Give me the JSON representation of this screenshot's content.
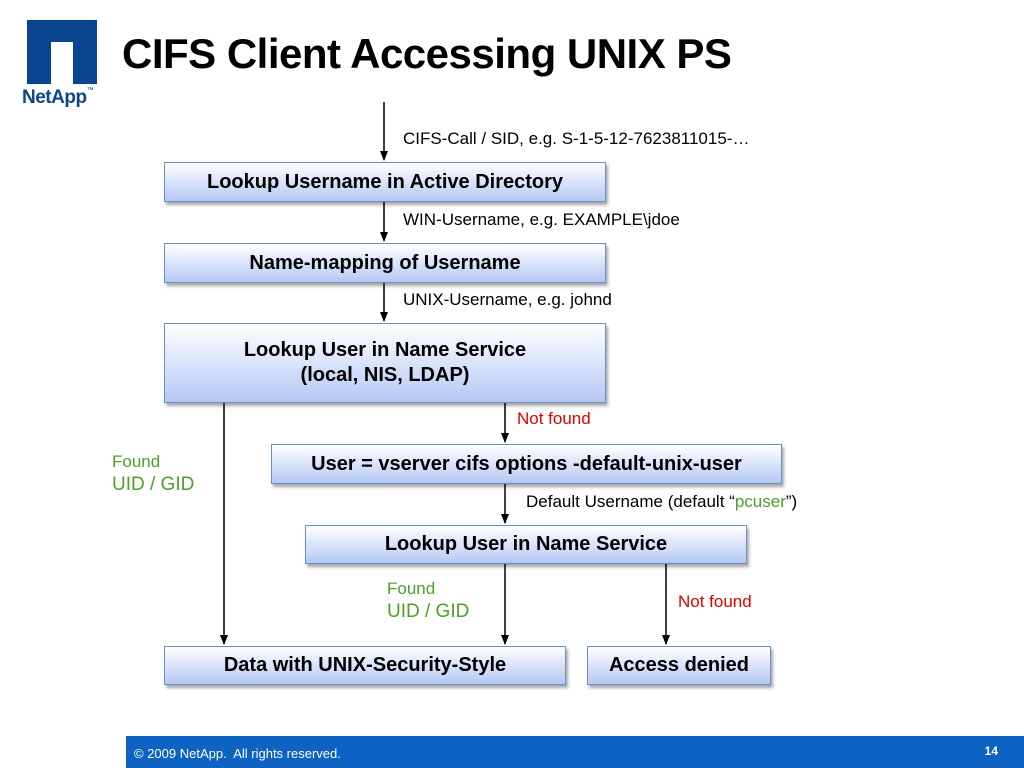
{
  "logo": {
    "name": "NetApp",
    "tm": "™"
  },
  "title": "CIFS Client Accessing UNIX PS",
  "boxes": {
    "lookup_ad": "Lookup Username in Active Directory",
    "name_mapping": "Name-mapping of Username",
    "lookup_ns_line1": "Lookup User in Name Service",
    "lookup_ns_line2": "(local, NIS, LDAP)",
    "default_user": "User = vserver cifs options -default-unix-user",
    "lookup_ns2": "Lookup User in Name Service",
    "data_unix": "Data with UNIX-Security-Style",
    "access_denied": "Access denied"
  },
  "labels": {
    "cifs_call": "CIFS-Call / SID, e.g. S-1-5-12-7623811015-…",
    "win_username": "WIN-Username, e.g. EXAMPLE\\jdoe",
    "unix_username": "UNIX-Username, e.g. johnd",
    "not_found_1": "Not found",
    "found_1": "Found",
    "uid_gid_1": "UID / GID",
    "default_username_prefix": "Default Username (default “",
    "default_username_value": "pcuser",
    "default_username_suffix": "”)",
    "found_2": "Found",
    "uid_gid_2": "UID / GID",
    "not_found_2": "Not found"
  },
  "colors": {
    "not_found": "#e00000",
    "found": "#4aa22b",
    "footer": "#0d62c4",
    "logo": "#0a4590"
  },
  "footer": {
    "copyright": "© 2009 NetApp.  All rights reserved.",
    "page": "14"
  }
}
